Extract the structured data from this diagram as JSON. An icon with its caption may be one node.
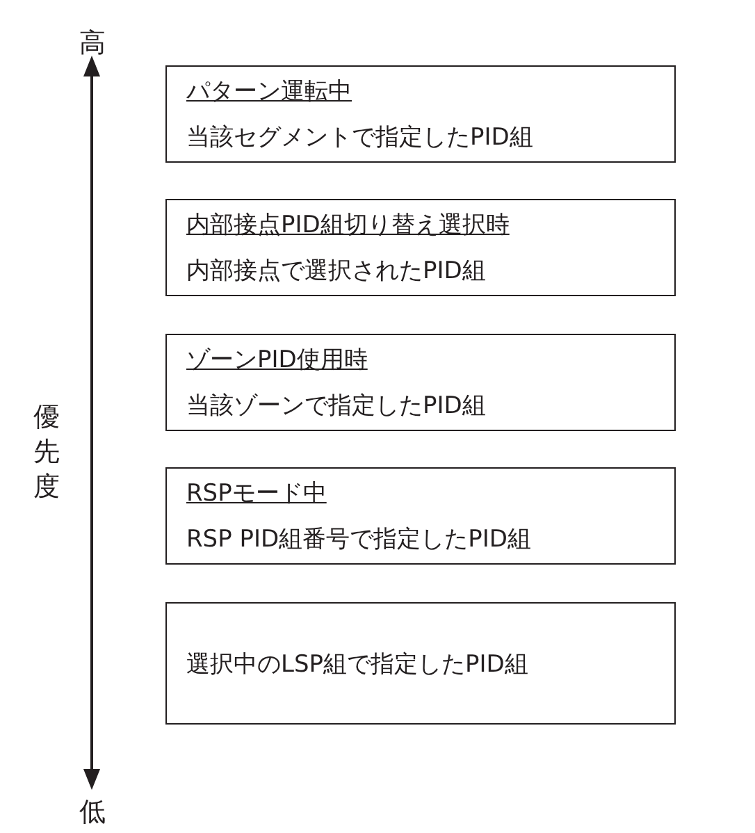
{
  "diagram": {
    "nodes": [
      {
        "text": [
          "パターン運転中",
          "当該セグメントで指定したPID組"
        ]
      },
      {
        "text": [
          "内部接点PID組切り替え選択時",
          "内部接点で選択されたPID組"
        ]
      },
      {
        "text": [
          "ゾーンPID使用時",
          "当該ゾーンで指定したPID組"
        ]
      },
      {
        "text": [
          "RSPモード中",
          "RSP PID組番号で指定したPID組"
        ]
      },
      {
        "text": [
          "選択中のLSP組で指定したPID組"
        ]
      }
    ],
    "edges": [],
    "labels": [
      "高",
      "優先度",
      "低"
    ]
  }
}
